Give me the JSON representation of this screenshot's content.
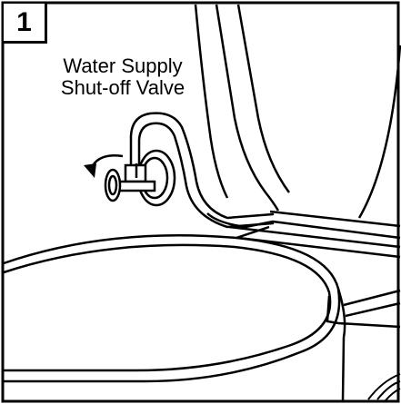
{
  "step": {
    "number": "1"
  },
  "callout": {
    "line1": "Water Supply",
    "line2": "Shut-off Valve"
  },
  "icons": {
    "rotation_arrow": "counterclockwise-arrow-icon"
  },
  "colors": {
    "line": "#000000",
    "background": "#ffffff"
  }
}
